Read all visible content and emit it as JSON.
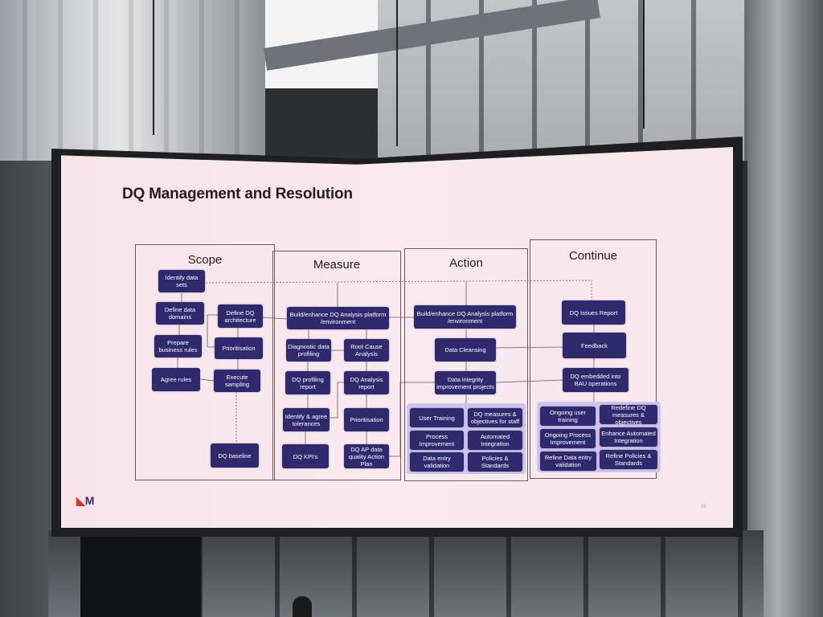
{
  "slide": {
    "title": "DQ Management and Resolution",
    "logo": "M",
    "page_number": "35"
  },
  "columns": {
    "scope": "Scope",
    "measure": "Measure",
    "action": "Action",
    "continue": "Continue"
  },
  "scope_nodes": {
    "identify_data_sets": "Identify data sets",
    "define_data_domains": "Define data domains",
    "prepare_business_rules": "Prepare business rules",
    "agree_rules": "Agree rules",
    "define_dq_architecture": "Define DQ architecture",
    "prioritisation": "Prioritisation",
    "execute_sampling": "Execute sampling",
    "dq_baseline": "DQ baseline"
  },
  "measure_nodes": {
    "build_platform": "Build/enhance DQ Analysis platform /environment",
    "diagnostic_profiling": "Diagnostic data profiling",
    "root_cause_analysis": "Root Cause Analysis",
    "dq_profiling_report": "DQ profiling report",
    "dq_analysis_report": "DQ Analysis report",
    "identify_agree_tolerances": "Identify & agree tolerances",
    "prioritisation": "Prioritisation",
    "dq_kpis": "DQ KPI's",
    "dq_ap_action_plan": "DQ AP data quality Action Plan"
  },
  "action_nodes": {
    "build_platform": "Build/enhance DQ Analysis platform /environment",
    "data_cleansing": "Data Cleansing",
    "data_integrity_projects": "Data integrity improvement projects",
    "user_training": "User Training",
    "dq_measures_objectives": "DQ measures & objectives for staff",
    "process_improvement": "Process Improvement",
    "automated_integration": "Automated Integration",
    "data_entry_validation": "Data entry validation",
    "policies_standards": "Policies & Standards"
  },
  "continue_nodes": {
    "dq_issues_report": "DQ Issues Report",
    "feedback": "Feedback",
    "dq_embedded_bau": "DQ embedded into BAU operations",
    "ongoing_user_training": "Ongoing user training",
    "redefine_dq_measures": "Redefine DQ measures & objectives",
    "ongoing_process_improvement": "Ongoing Process Improvement",
    "enhance_automated_integration": "Enhance Automated Integration",
    "refine_data_entry_validation": "Refine Data entry validation",
    "refine_policies_standards": "Refine Policies & Standards"
  },
  "colors": {
    "node_fill": "#2f2a6e",
    "slide_background": "#f8e8ee",
    "group_background": "#cfc6ea",
    "connector": "#6b5960",
    "logo_accent": "#e0302a"
  }
}
